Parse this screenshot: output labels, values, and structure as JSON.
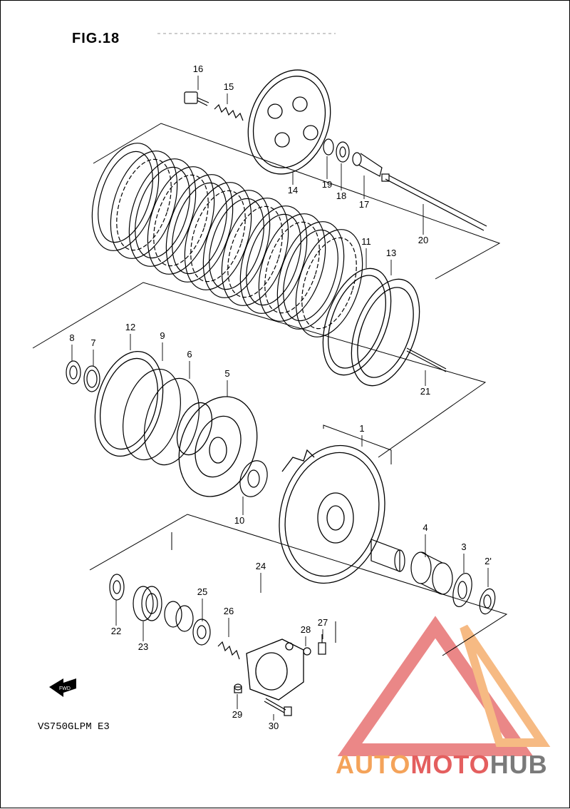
{
  "figure": {
    "title": "FIG.18",
    "model_code": "VS750GLPM E3",
    "fwd_label": "FWD"
  },
  "parts": [
    {
      "id": "16",
      "label": "16"
    },
    {
      "id": "15",
      "label": "15"
    },
    {
      "id": "14",
      "label": "14"
    },
    {
      "id": "19",
      "label": "19"
    },
    {
      "id": "18",
      "label": "18"
    },
    {
      "id": "17",
      "label": "17"
    },
    {
      "id": "20",
      "label": "20"
    },
    {
      "id": "11",
      "label": "11"
    },
    {
      "id": "13",
      "label": "13"
    },
    {
      "id": "21",
      "label": "21"
    },
    {
      "id": "8",
      "label": "8"
    },
    {
      "id": "7",
      "label": "7"
    },
    {
      "id": "12",
      "label": "12"
    },
    {
      "id": "9",
      "label": "9"
    },
    {
      "id": "6",
      "label": "6"
    },
    {
      "id": "5",
      "label": "5"
    },
    {
      "id": "1",
      "label": "1"
    },
    {
      "id": "10",
      "label": "10"
    },
    {
      "id": "4",
      "label": "4"
    },
    {
      "id": "3",
      "label": "3"
    },
    {
      "id": "2",
      "label": "2'"
    },
    {
      "id": "24",
      "label": "24"
    },
    {
      "id": "25",
      "label": "25"
    },
    {
      "id": "26",
      "label": "26"
    },
    {
      "id": "22",
      "label": "22"
    },
    {
      "id": "23",
      "label": "23"
    },
    {
      "id": "27",
      "label": "27"
    },
    {
      "id": "28",
      "label": "28"
    },
    {
      "id": "29",
      "label": "29"
    },
    {
      "id": "30",
      "label": "30"
    }
  ],
  "watermark": {
    "brand_part1": "AUTO",
    "brand_part2": "MOTO",
    "brand_part3": "HUB",
    "colors": {
      "orange": "#f4a35a",
      "red": "#e45f5f",
      "grey": "#7a7a7a"
    }
  }
}
